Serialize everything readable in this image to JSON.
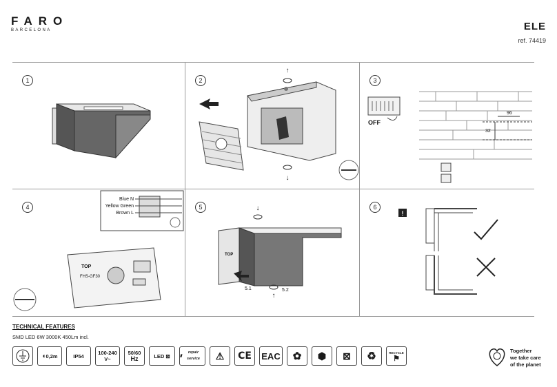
{
  "brand": {
    "name": "FARO",
    "sub": "BARCELONA"
  },
  "product": {
    "name": "ELE",
    "ref": "ref. 74419"
  },
  "steps": {
    "s1": "1",
    "s2": "2",
    "s3": "3",
    "s4": "4",
    "s5": "5",
    "s6": "6"
  },
  "step3": {
    "off": "OFF",
    "dim_h": "96",
    "dim_v": "32"
  },
  "step4": {
    "blue": "Blue N",
    "yellow_green": "Yellow Green",
    "brown": "Brown L",
    "top": "TOP",
    "model": "FHS-GF30"
  },
  "step5": {
    "label1": "5.1",
    "label2": "5.2",
    "top": "TOP"
  },
  "tech": {
    "heading": "TECHNICAL FEATURES",
    "spec": "SMD LED 6W 3000K 450Lm incl."
  },
  "badges": {
    "dist": "0,2m",
    "ip": "IP54",
    "voltage": "100-240",
    "voltage_unit": "V~",
    "freq": "50/60",
    "freq_unit": "Hz",
    "led": "LED",
    "repair": "repair service",
    "ce": "CE",
    "eac": "EAC",
    "recycle": "RECYCLE"
  },
  "care": {
    "line1": "Together",
    "line2": "we take care",
    "line3": "of the planet"
  },
  "icons": [
    "ground-icon",
    "light-distance-icon",
    "ip-icon",
    "led-no-replace-icon",
    "repair-icon",
    "esd-icon",
    "ce-icon",
    "eac-icon",
    "tuv-icon",
    "packaging-icon",
    "weee-bin-icon",
    "recycle-icon",
    "recycle-box-icon",
    "planet-care-icon"
  ]
}
